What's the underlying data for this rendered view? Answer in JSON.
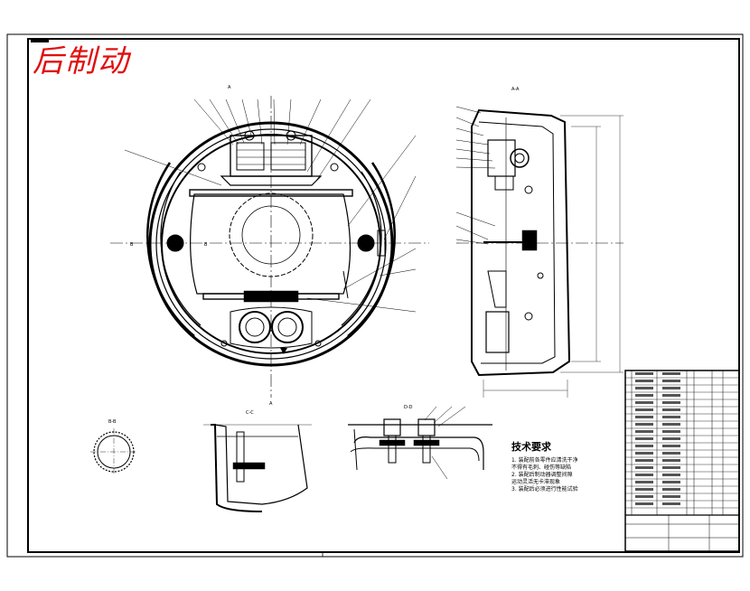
{
  "stamp": "后制动",
  "technical_requirements": {
    "title": "技术要求",
    "lines": [
      "1. 装配前各零件应清洗干净",
      "   不得有毛刺、碰伤等缺陷",
      "2. 装配后制动器调整间隙",
      "   运动灵活无卡滞现象",
      "3. 装配后必须进行性能试验"
    ]
  },
  "section_labels": {
    "main_view": "A",
    "side_view": "A-A",
    "detail_b": "B-B",
    "detail_c": "C-C",
    "detail_d": "D-D"
  }
}
